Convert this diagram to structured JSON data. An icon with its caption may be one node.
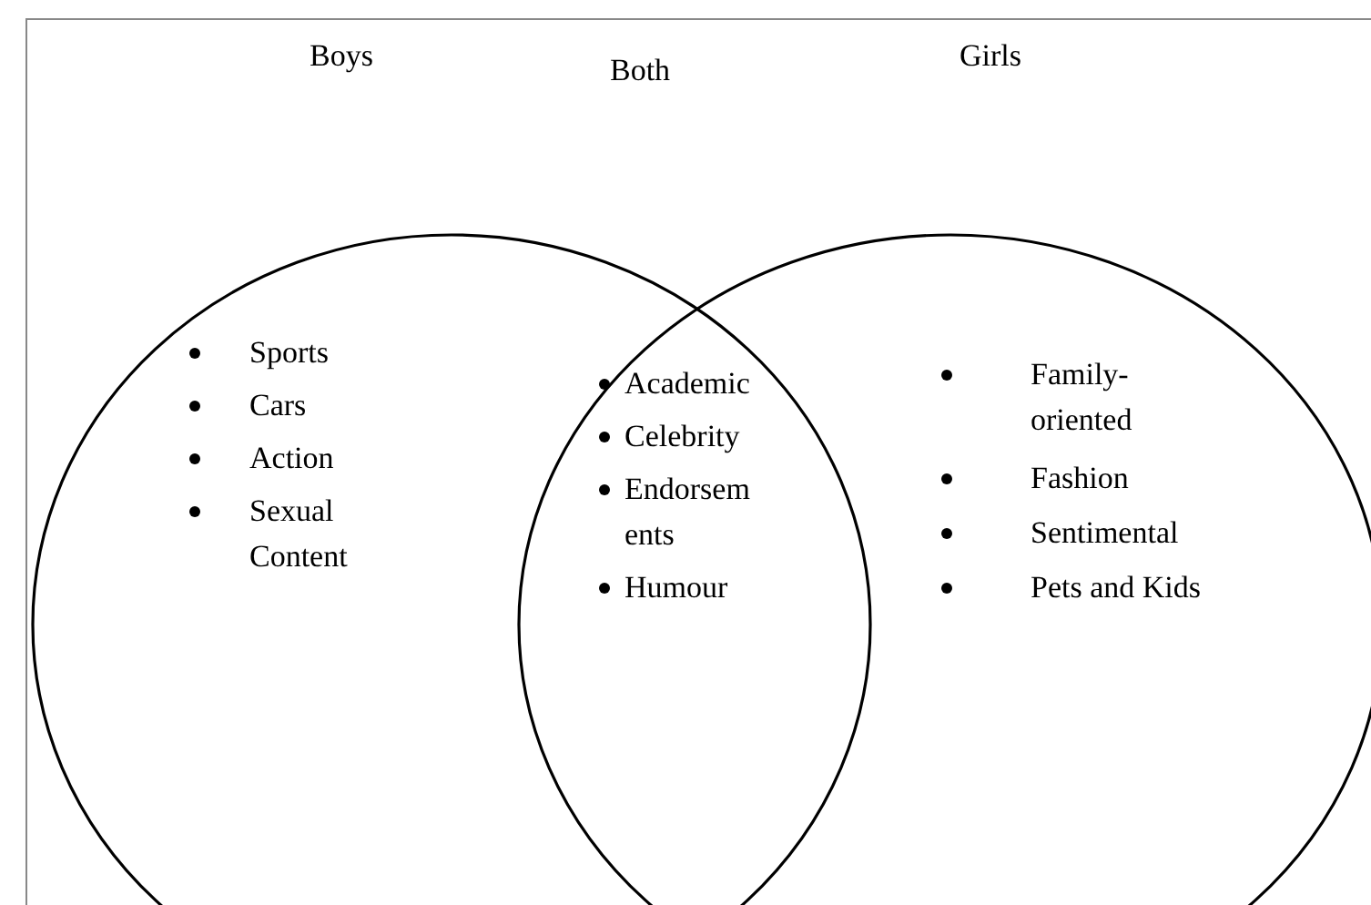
{
  "diagram": {
    "nodes": [
      {
        "text": [
          "Sports",
          "Cars",
          "Action",
          "Sexual Content"
        ]
      },
      {
        "text": [
          "Family-oriented",
          "Fashion",
          "Sentimental",
          "Pets and Kids"
        ]
      }
    ],
    "edges": [],
    "labels": [
      "Boys",
      "Both",
      "Girls",
      "Academic",
      "Celebrity",
      "Endorsem ents",
      "Humour"
    ]
  }
}
